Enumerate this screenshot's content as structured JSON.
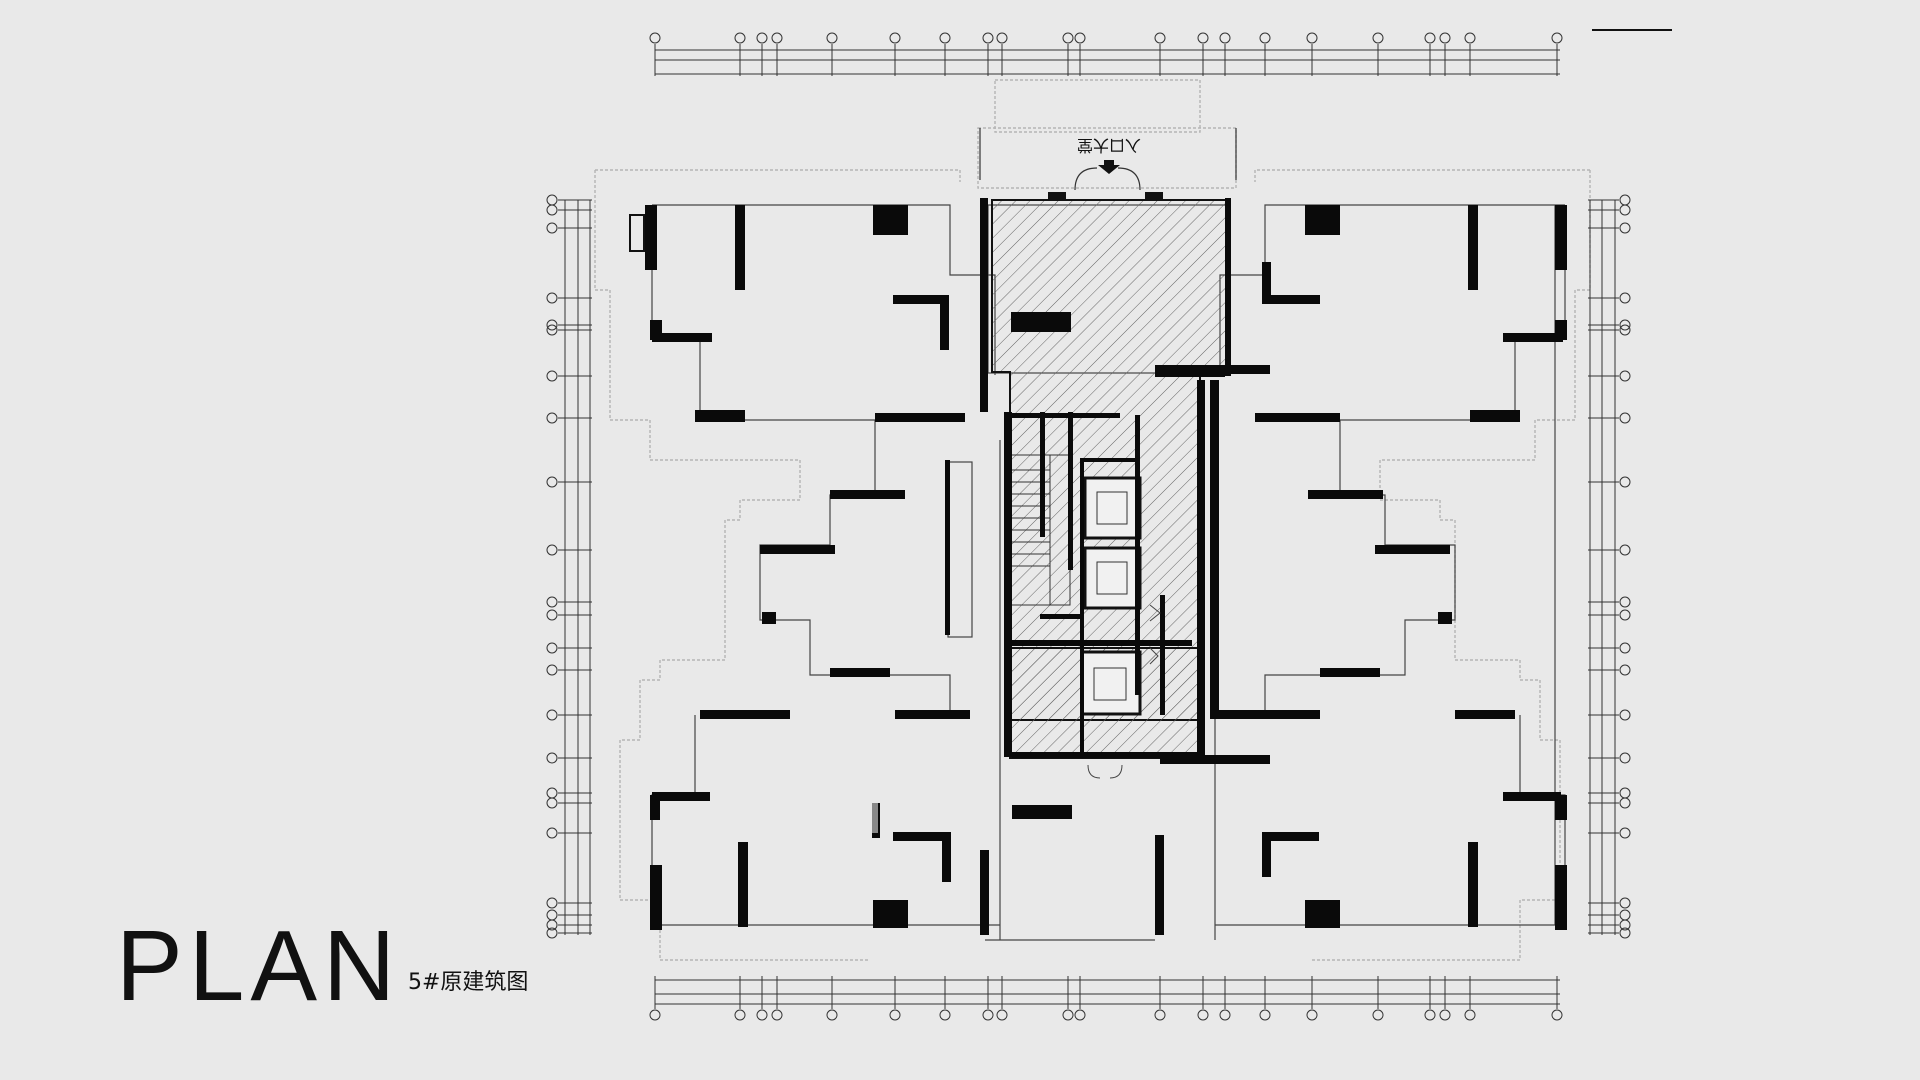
{
  "title": "PLAN",
  "subtitle": "5#原建筑图",
  "entrance_label": "入口大堂",
  "colors": {
    "background": "#e9e9e9",
    "wall": "#0a0a0a",
    "line": "#333333",
    "faint": "#b9b9b9",
    "hatch": "#555555"
  },
  "icons": [
    "entrance-arrow-icon",
    "elevator-icon",
    "door-swing-icon",
    "axis-bubble-icon"
  ]
}
